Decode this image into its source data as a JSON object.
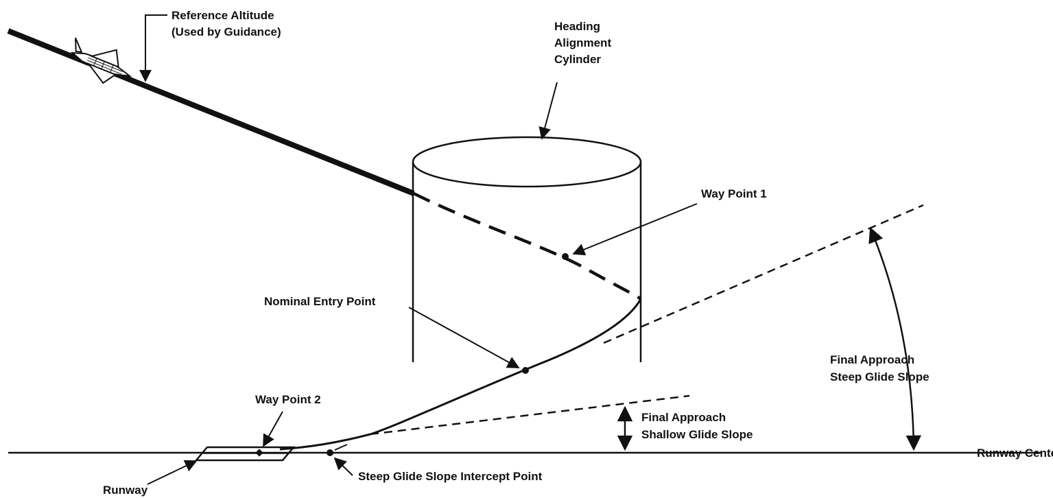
{
  "labels": {
    "reference_altitude_line1": "Reference Altitude",
    "reference_altitude_line2": "(Used by Guidance)",
    "hac_line1": "Heading",
    "hac_line2": "Alignment",
    "hac_line3": "Cylinder",
    "way_point_1": "Way Point 1",
    "nominal_entry_point": "Nominal Entry Point",
    "way_point_2": "Way Point 2",
    "final_steep_line1": "Final Approach",
    "final_steep_line2": "Steep Glide Slope",
    "final_shallow_line1": "Final Approach",
    "final_shallow_line2": "Shallow Glide Slope",
    "runway": "Runway",
    "runway_centerline": "Runway Centerline",
    "steep_intercept": "Steep Glide Slope Intercept Point"
  },
  "icons": {
    "orbiter": "space-shuttle-orbiter-icon"
  },
  "colors": {
    "ink": "#111111",
    "background": "#ffffff"
  }
}
